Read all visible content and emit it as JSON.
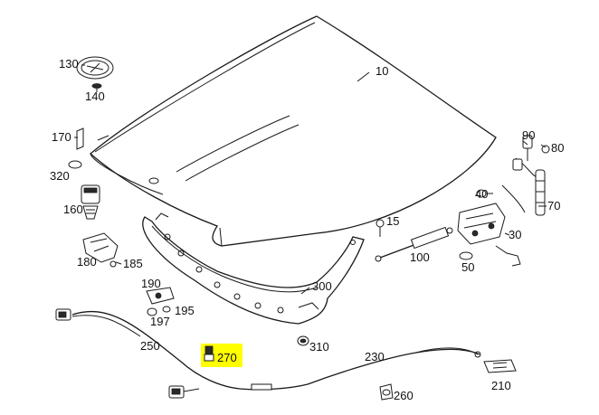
{
  "diagram": {
    "highlight_color": "#ffff00",
    "line_color": "#1a1a1a",
    "labels": {
      "p10": "10",
      "p15": "15",
      "p30": "30",
      "p40": "40",
      "p50": "50",
      "p70": "70",
      "p80": "80",
      "p90": "90",
      "p100": "100",
      "p130": "130",
      "p140": "140",
      "p160": "160",
      "p170": "170",
      "p180": "180",
      "p185": "185",
      "p190": "190",
      "p195": "195",
      "p197": "197",
      "p210": "210",
      "p230": "230",
      "p250": "250",
      "p260": "260",
      "p270": "270",
      "p300": "300",
      "p310": "310",
      "p320": "320"
    }
  }
}
